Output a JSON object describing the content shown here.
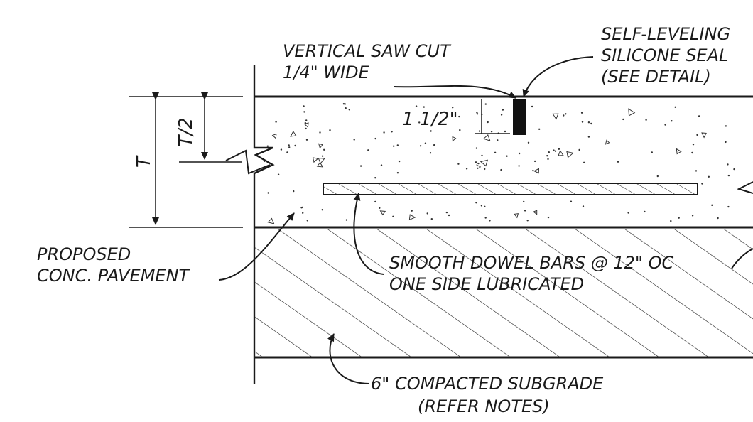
{
  "labels": {
    "saw_cut_line1": "VERTICAL SAW CUT",
    "saw_cut_line2": "1/4\" WIDE",
    "seal_line1": "SELF-LEVELING",
    "seal_line2": "SILICONE SEAL",
    "seal_line3": "(SEE DETAIL)",
    "cut_depth": "1 1/2\"",
    "half_thickness": "T/2",
    "thickness": "T",
    "pavement_line1": "PROPOSED",
    "pavement_line2": "CONC. PAVEMENT",
    "dowel_line1": "SMOOTH DOWEL BARS @ 12\" OC",
    "dowel_line2": "ONE SIDE LUBRICATED",
    "subgrade_line1": "6\" COMPACTED SUBGRADE",
    "subgrade_line2": "(REFER NOTES)"
  },
  "colors": {
    "ink": "#1a1a1a",
    "background": "#ffffff"
  }
}
